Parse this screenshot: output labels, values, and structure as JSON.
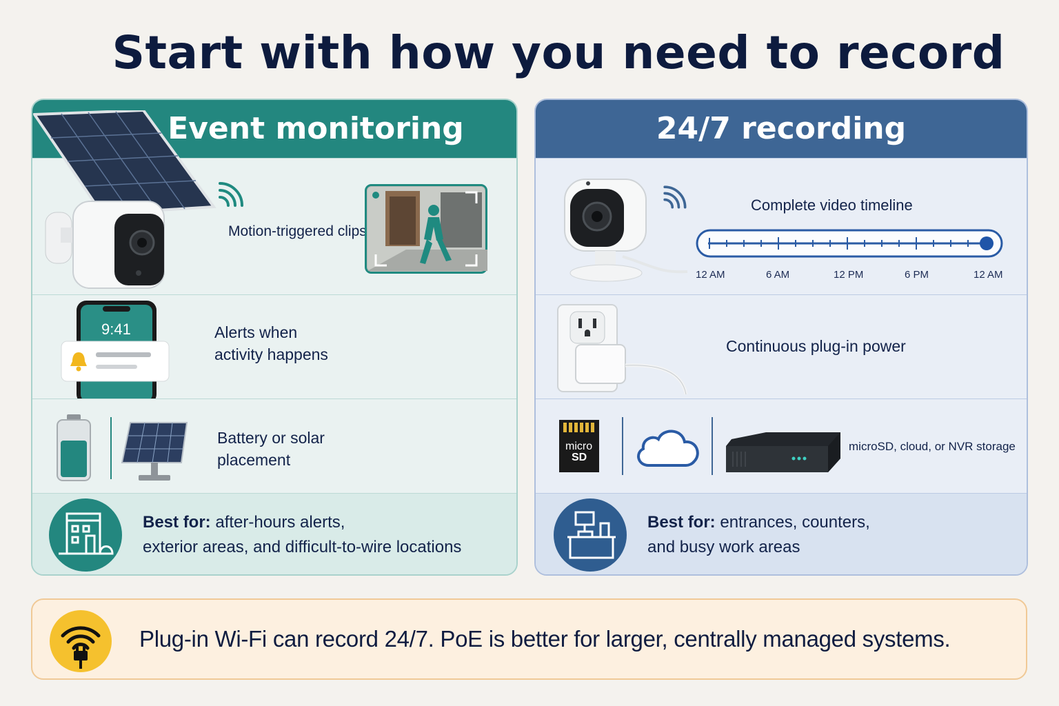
{
  "title": "Start with how you need to record",
  "left": {
    "heading": "Event monitoring",
    "row1_text": "Motion-triggered clips",
    "phone_time": "9:41",
    "row2_line1": "Alerts when",
    "row2_line2": "activity happens",
    "row3_line1": "Battery or solar",
    "row3_line2": "placement",
    "best_label": "Best for:",
    "best_line1": " after-hours alerts,",
    "best_line2": "exterior areas, and difficult-to-wire locations",
    "accent": "#23877f"
  },
  "right": {
    "heading": "24/7 recording",
    "timeline_title": "Complete video timeline",
    "timeline_labels": [
      "12 AM",
      "6 AM",
      "12 PM",
      "6 PM",
      "12 AM"
    ],
    "row2_text": "Continuous plug-in power",
    "sd_line1": "micro",
    "sd_line2": "SD",
    "row3_text": "microSD, cloud, or NVR storage",
    "best_label": "Best for:",
    "best_line1": " entrances, counters,",
    "best_line2": "and busy work areas",
    "accent": "#3e6695"
  },
  "bottom": {
    "text": "Plug-in Wi-Fi can record 24/7. PoE is better for larger, centrally managed systems.",
    "accent": "#f5c12e"
  }
}
